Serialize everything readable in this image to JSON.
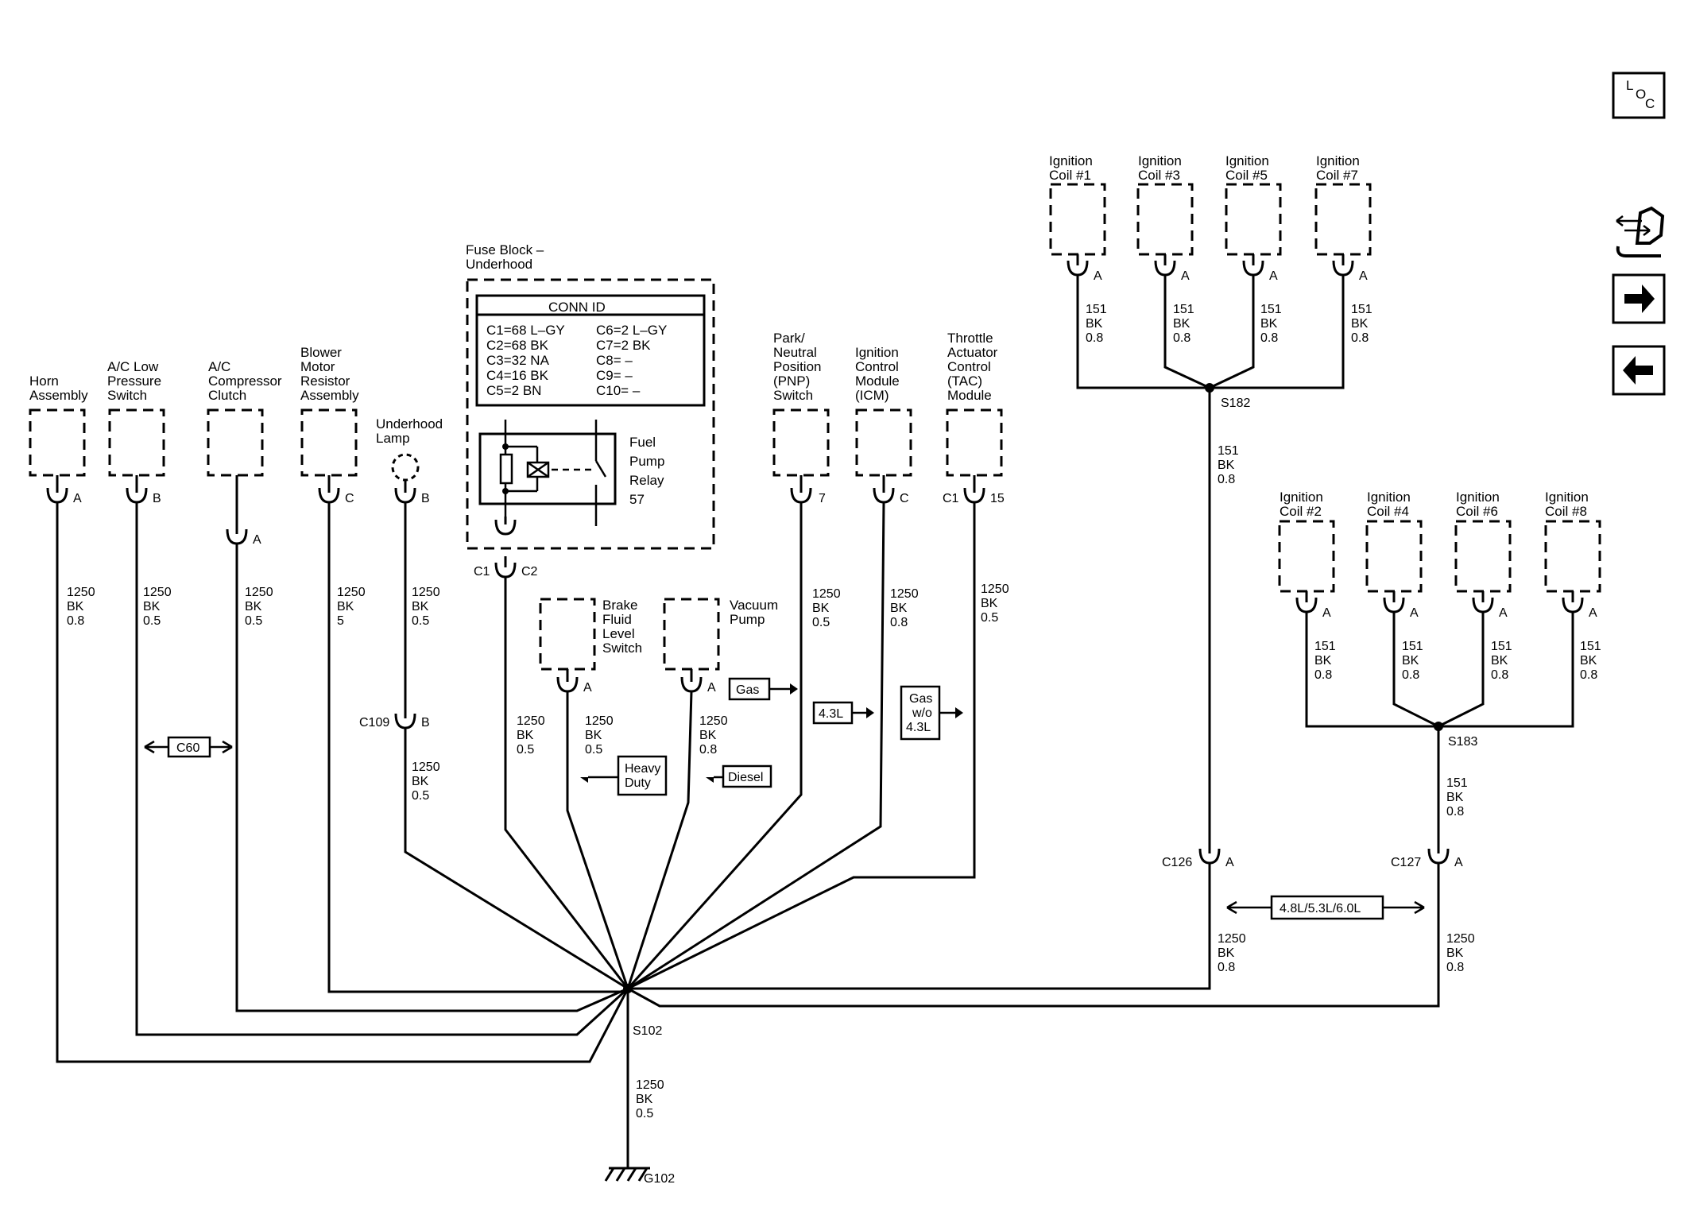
{
  "components": {
    "horn": [
      "Horn",
      "Assembly"
    ],
    "ac_low_pressure": [
      "A/C Low",
      "Pressure",
      "Switch"
    ],
    "ac_clutch": [
      "A/C",
      "Compressor",
      "Clutch"
    ],
    "blower": [
      "Blower",
      "Motor",
      "Resistor",
      "Assembly"
    ],
    "underhood_lamp": [
      "Underhood",
      "Lamp"
    ],
    "fuse_block": [
      "Fuse Block –",
      "Underhood"
    ],
    "brake_fluid": [
      "Brake",
      "Fluid",
      "Level",
      "Switch"
    ],
    "vacuum_pump": [
      "Vacuum",
      "Pump"
    ],
    "pnp": [
      "Park/",
      "Neutral",
      "Position",
      "(PNP)",
      "Switch"
    ],
    "icm": [
      "Ignition",
      "Control",
      "Module",
      "(ICM)"
    ],
    "tac": [
      "Throttle",
      "Actuator",
      "Control",
      "(TAC)",
      "Module"
    ],
    "coil1": [
      "Ignition",
      "Coil #1"
    ],
    "coil3": [
      "Ignition",
      "Coil #3"
    ],
    "coil5": [
      "Ignition",
      "Coil #5"
    ],
    "coil7": [
      "Ignition",
      "Coil #7"
    ],
    "coil2": [
      "Ignition",
      "Coil #2"
    ],
    "coil4": [
      "Ignition",
      "Coil #4"
    ],
    "coil6": [
      "Ignition",
      "Coil #6"
    ],
    "coil8": [
      "Ignition",
      "Coil #8"
    ]
  },
  "conn_id": {
    "title": "CONN ID",
    "left": [
      "C1=68 L–GY",
      "C2=68 BK",
      "C3=32 NA",
      "C4=16 BK",
      "C5=2 BN"
    ],
    "right": [
      "C6=2 L–GY",
      "C7=2 BK",
      "C8= –",
      "C9= –",
      "C10= –"
    ]
  },
  "relay": [
    "Fuel",
    "Pump",
    "Relay",
    "57"
  ],
  "pins": {
    "horn": "A",
    "ac_low": "B",
    "ac_clutch": "A",
    "blower": "C",
    "lamp": "B",
    "c109_name": "C109",
    "c109_pin": "B",
    "fuse_c1": "C1",
    "fuse_c2": "C2",
    "brake": "A",
    "vacuum": "A",
    "pnp": "7",
    "icm": "C",
    "tac_conn": "C1",
    "tac_pin": "15",
    "coil": "A",
    "c126_name": "C126",
    "c126_pin": "A",
    "c127_name": "C127",
    "c127_pin": "A"
  },
  "wires": {
    "horn": [
      "1250",
      "BK",
      "0.8"
    ],
    "ac_low": [
      "1250",
      "BK",
      "0.5"
    ],
    "ac_clutch": [
      "1250",
      "BK",
      "0.5"
    ],
    "blower": [
      "1250",
      "BK",
      "5"
    ],
    "lamp_upper": [
      "1250",
      "BK",
      "0.5"
    ],
    "lamp_lower": [
      "1250",
      "BK",
      "0.5"
    ],
    "fuse": [
      "1250",
      "BK",
      "0.5"
    ],
    "brake": [
      "1250",
      "BK",
      "0.5"
    ],
    "vacuum": [
      "1250",
      "BK",
      "0.8"
    ],
    "pnp": [
      "1250",
      "BK",
      "0.5"
    ],
    "icm": [
      "1250",
      "BK",
      "0.8"
    ],
    "tac": [
      "1250",
      "BK",
      "0.5"
    ],
    "coil": [
      "151",
      "BK",
      "0.8"
    ],
    "s182_down": [
      "151",
      "BK",
      "0.8"
    ],
    "s183_down": [
      "151",
      "BK",
      "0.8"
    ],
    "c126_down": [
      "1250",
      "BK",
      "0.8"
    ],
    "c127_down": [
      "1250",
      "BK",
      "0.8"
    ],
    "ground": [
      "1250",
      "BK",
      "0.5"
    ]
  },
  "splices": {
    "s102": "S102",
    "s182": "S182",
    "s183": "S183",
    "ground": "G102"
  },
  "tags": {
    "c60": "C60",
    "gas": "Gas",
    "l43": "4.3L",
    "gas_wo": [
      "Gas",
      "w/o",
      "4.3L"
    ],
    "heavy_duty": [
      "Heavy",
      "Duty"
    ],
    "diesel": "Diesel",
    "engines": "4.8L/5.3L/6.0L"
  },
  "nav": {
    "loc": [
      "L",
      "O",
      "C"
    ]
  }
}
